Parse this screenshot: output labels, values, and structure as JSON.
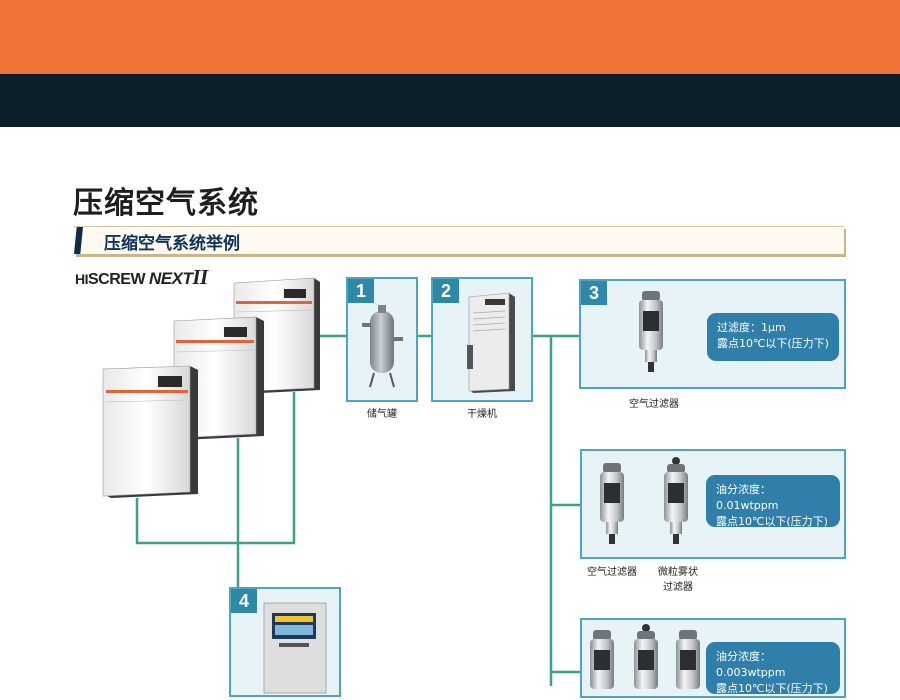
{
  "page": {
    "title": "压缩空气系统",
    "subtitle": "压缩空气系统举例",
    "logo": {
      "hi": "HI",
      "screw": "SCREW ",
      "next": "NEXT",
      "roman": "II"
    }
  },
  "units": [
    {
      "num": "1",
      "label": "储气罐"
    },
    {
      "num": "2",
      "label": "干燥机"
    },
    {
      "num": "3",
      "filter_label": "空气过滤器",
      "spec_line1": "过滤度：1μm",
      "spec_line2": "露点10℃以下(压力下)"
    },
    {
      "filter1_label": "空气过滤器",
      "filter2_label_line1": "微粒雾状",
      "filter2_label_line2": "过滤器",
      "spec_line1": "油分浓度：0.01wtppm",
      "spec_line2": "露点10℃以下(压力下)"
    },
    {
      "spec_line1": "油分浓度：0.003wtppm",
      "spec_line2": "露点10℃以下(压力下)"
    },
    {
      "num": "4"
    }
  ],
  "colors": {
    "header_orange": "#f07336",
    "header_dark": "#0c1f2b",
    "pipe": "#3fa08a",
    "box_border": "#4fa5be",
    "number_tag": "#2e88a7",
    "spec_pill": "#2f7faa"
  },
  "icons": [
    "compressor-icon",
    "air-tank-icon",
    "dryer-icon",
    "air-filter-icon",
    "mist-filter-icon",
    "controller-icon"
  ]
}
